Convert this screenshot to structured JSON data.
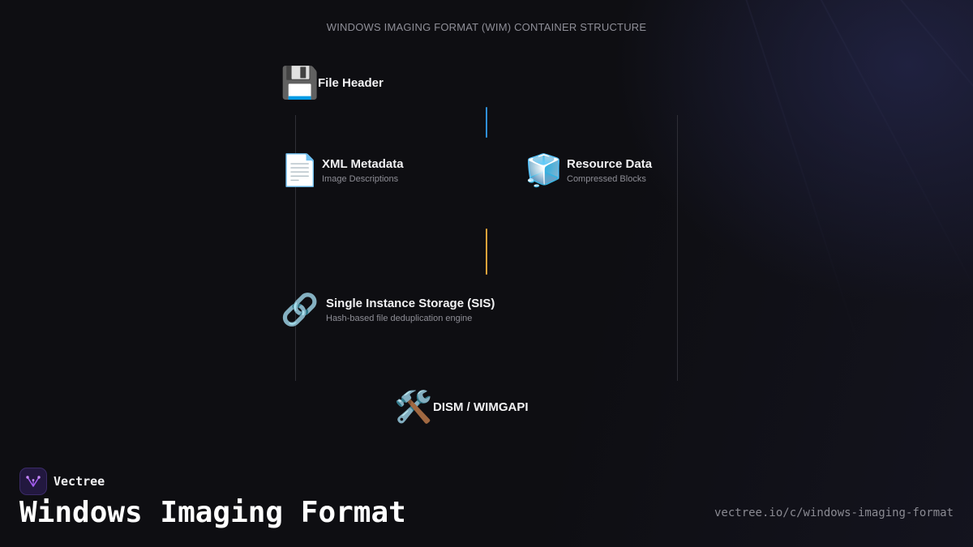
{
  "diagram": {
    "title": "WINDOWS IMAGING FORMAT (WIM) CONTAINER STRUCTURE",
    "nodes": {
      "file_header": {
        "icon": "💾",
        "icon_name": "floppy-disk-icon",
        "label": "File Header"
      },
      "xml_metadata": {
        "icon": "📄",
        "icon_name": "document-icon",
        "label": "XML Metadata",
        "sub": "Image Descriptions"
      },
      "resource_data": {
        "icon": "🧊",
        "icon_name": "ice-cube-icon",
        "label": "Resource Data",
        "sub": "Compressed Blocks"
      },
      "sis": {
        "icon": "🔗",
        "icon_name": "link-icon",
        "label": "Single Instance Storage (SIS)",
        "sub": "Hash-based file deduplication engine"
      },
      "dism": {
        "icon": "🛠️",
        "icon_name": "tools-icon",
        "label": "DISM / WIMGAPI"
      }
    },
    "connector_colors": {
      "blue": "#2f8fd8",
      "orange": "#e8a33a"
    }
  },
  "brand": {
    "name": "Vectree",
    "logo_color": "#a35cf0"
  },
  "footer": {
    "title": "Windows Imaging Format",
    "url": "vectree.io/c/windows-imaging-format"
  }
}
